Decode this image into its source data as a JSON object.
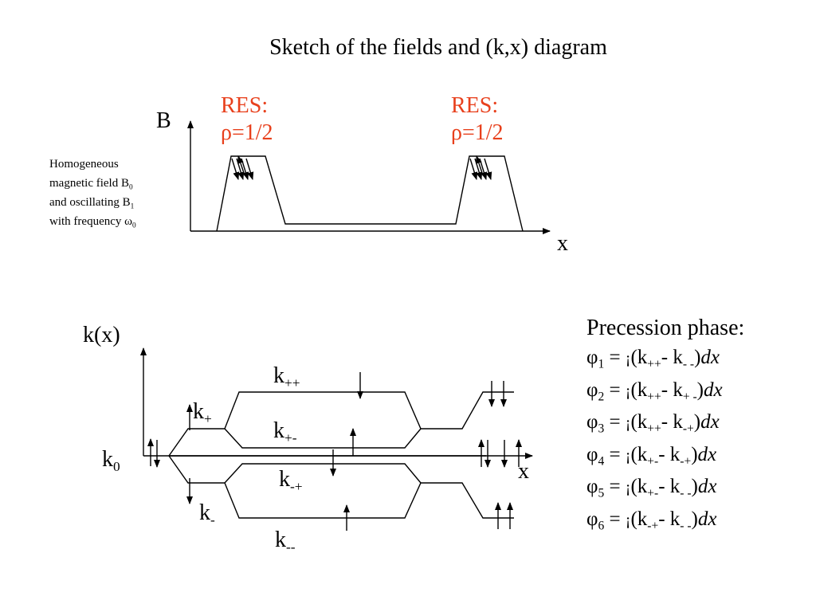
{
  "title": "Sketch of the fields and (k,x) diagram",
  "res_label": {
    "line1": "RES:",
    "line2": "ρ=1/2"
  },
  "colors": {
    "res": "#e8401c",
    "ink": "#000000"
  },
  "top_graph": {
    "y_label": "B",
    "x_label": "x",
    "note": {
      "line1": "Homogeneous",
      "line2_text": "magnetic field B",
      "line2_sub": "0",
      "line3_text": "and oscillating B",
      "line3_sub": "1",
      "line4_text": "with frequency ω",
      "line4_sub": "0"
    }
  },
  "bottom_graph": {
    "y_label": "k(x)",
    "x_label": "x",
    "k0": {
      "base": "k",
      "sub": "0"
    },
    "kp": {
      "base": "k",
      "sub": "+"
    },
    "km": {
      "base": "k",
      "sub": "-"
    },
    "kpp": {
      "base": "k",
      "sub": "++"
    },
    "kpm": {
      "base": "k",
      "sub": "+-"
    },
    "kmp": {
      "base": "k",
      "sub": "-+"
    },
    "kmm": {
      "base": "k",
      "sub": "--"
    }
  },
  "precession": {
    "title": "Precession phase:",
    "eq_sign": "=",
    "integral": "¡",
    "dx": "dx",
    "rows": [
      {
        "phi": "φ",
        "n": "1",
        "open": "(k",
        "a": "++",
        "mid": "- k",
        "b": "- -",
        "close": ")"
      },
      {
        "phi": "φ",
        "n": "2",
        "open": "(k",
        "a": "++",
        "mid": "- k",
        "b": "+ -",
        "close": ")"
      },
      {
        "phi": "φ",
        "n": "3",
        "open": "(k",
        "a": "++",
        "mid": "- k",
        "b": "-+",
        "close": ")"
      },
      {
        "phi": "φ",
        "n": "4",
        "open": "(k",
        "a": "+-",
        "mid": "- k",
        "b": "-+",
        "close": ")"
      },
      {
        "phi": "φ",
        "n": "5",
        "open": "(k",
        "a": "+-",
        "mid": "- k",
        "b": "- -",
        "close": ")"
      },
      {
        "phi": "φ",
        "n": "6",
        "open": "(k",
        "a": "-+",
        "mid": "- k",
        "b": "- -",
        "close": ")"
      }
    ]
  }
}
